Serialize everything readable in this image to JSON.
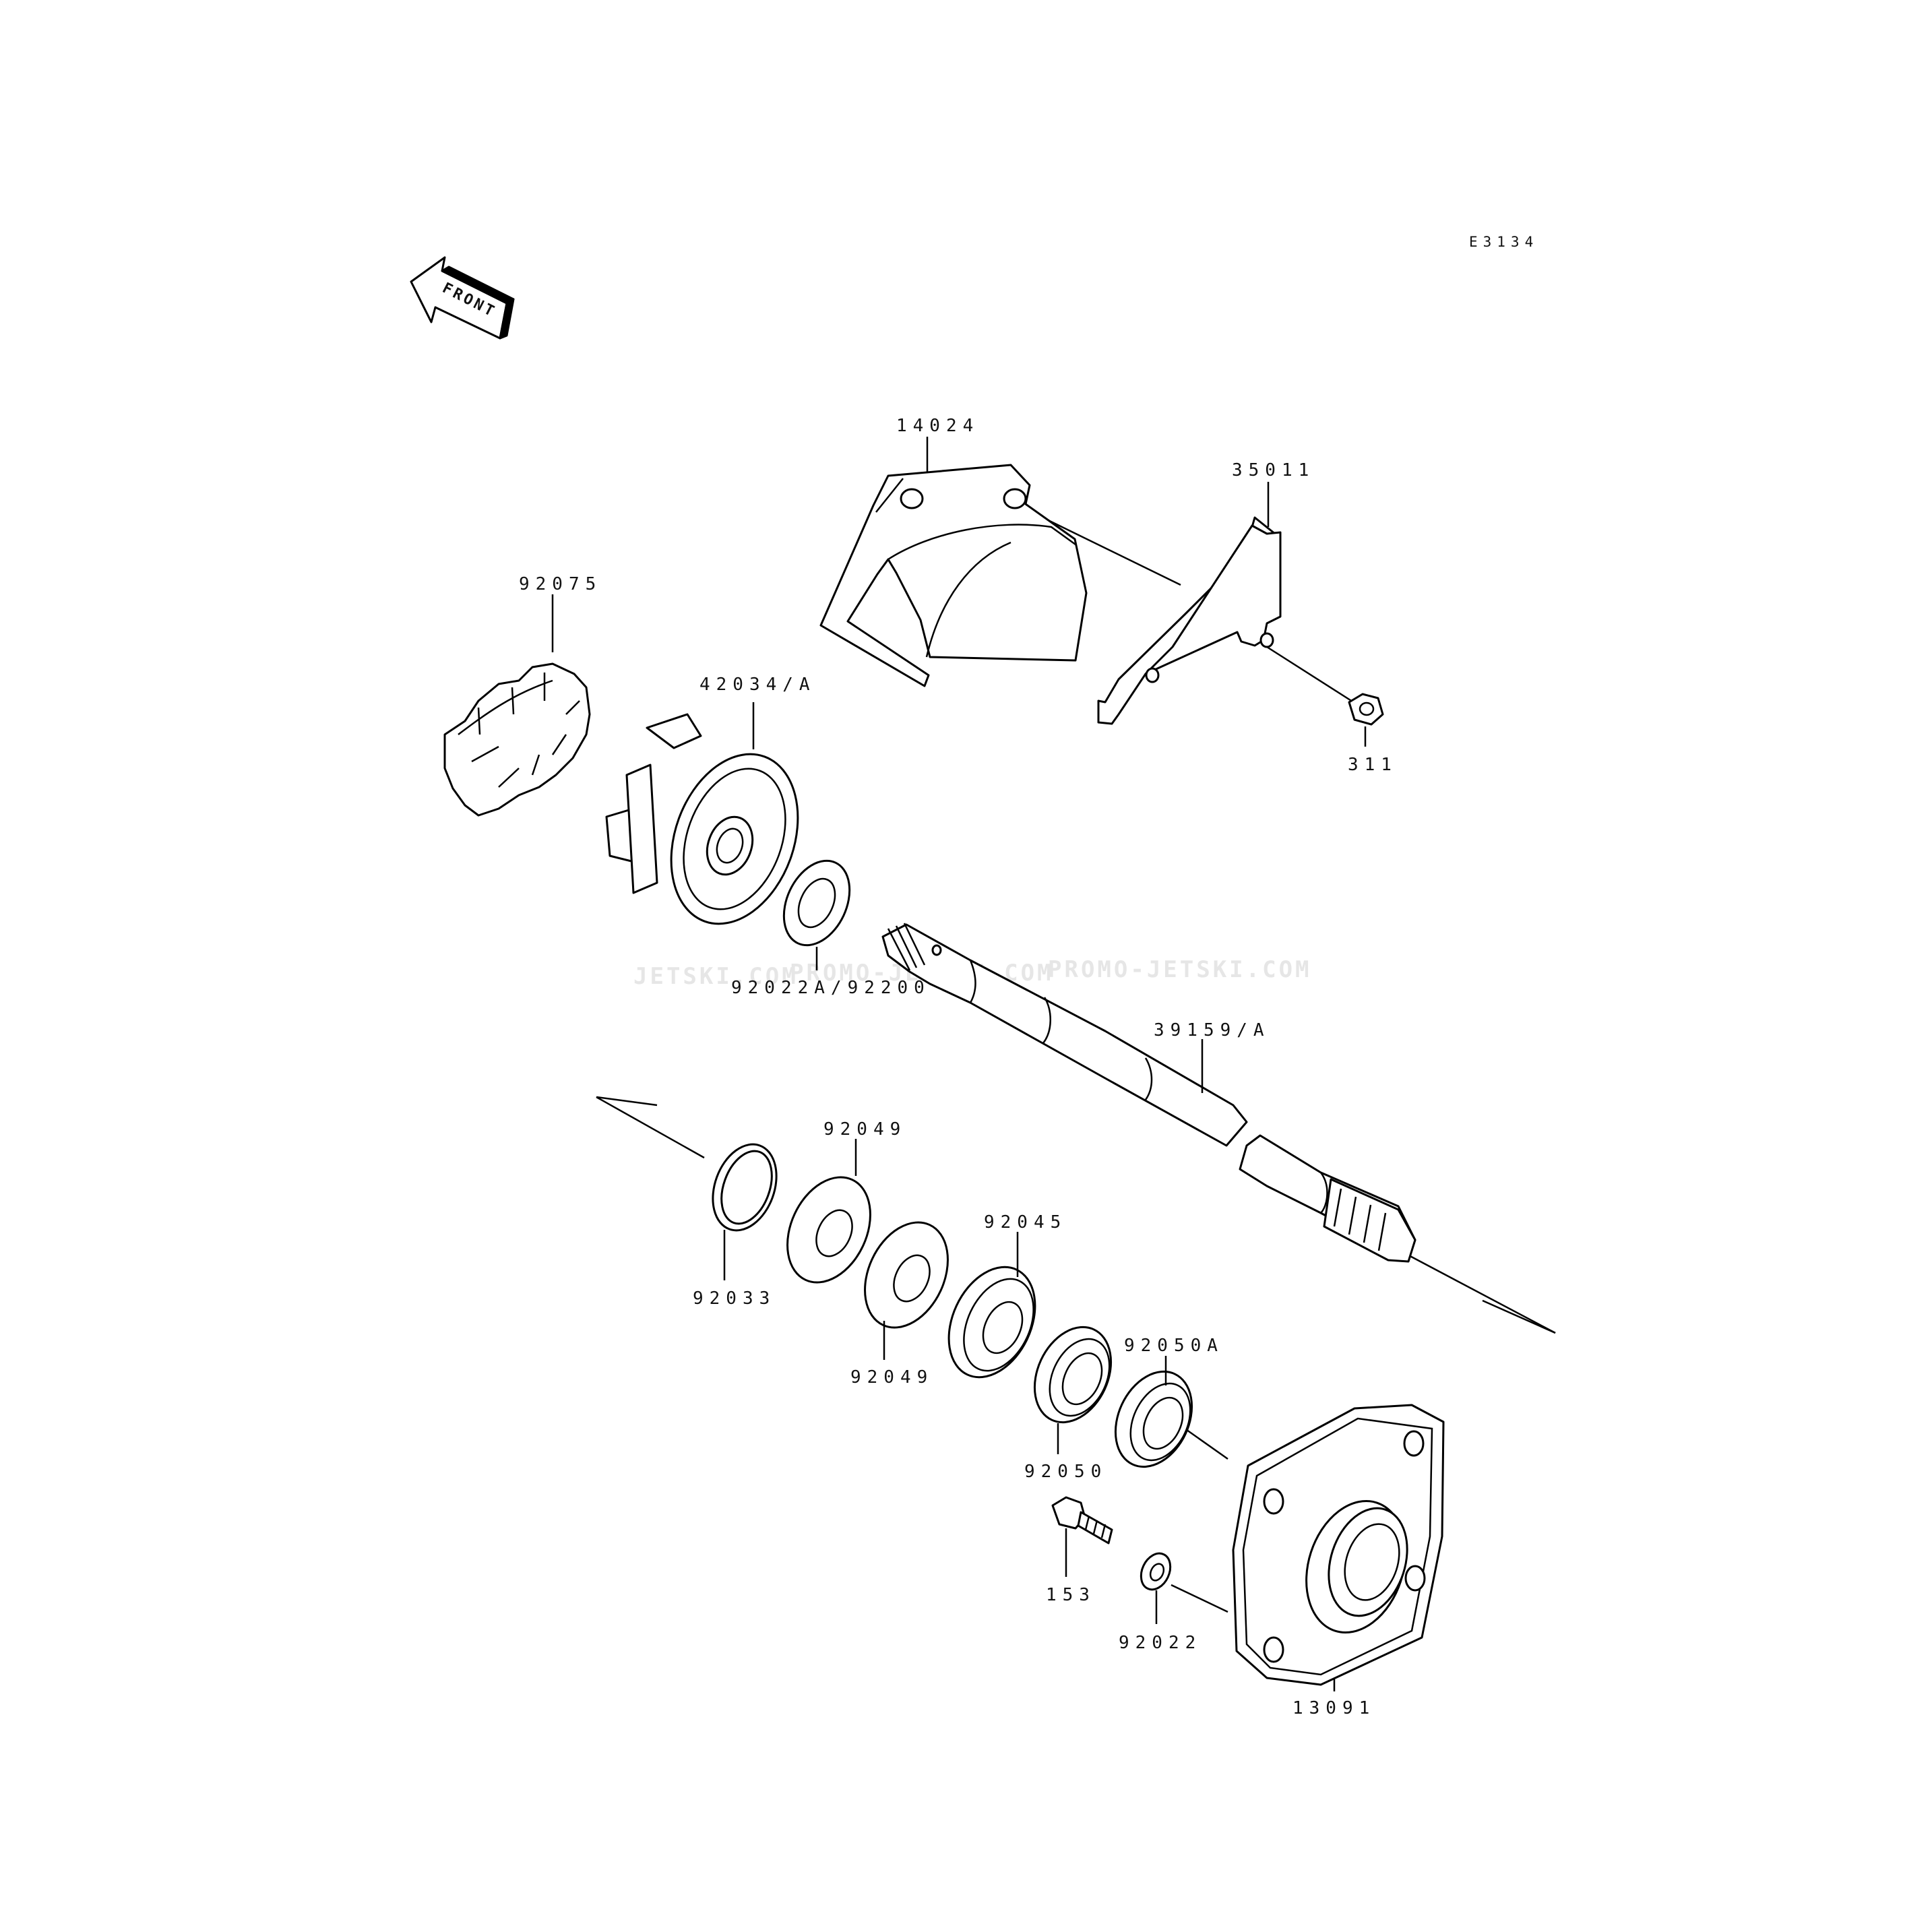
{
  "diagram_code": "E3134",
  "front_label": "FRONT",
  "watermarks": [
    "JETSKI.COM",
    "PROMO-JETSKI.COM",
    "PROMO-JETSKI.COM"
  ],
  "parts": [
    {
      "id": "p14024",
      "number": "14024"
    },
    {
      "id": "p35011",
      "number": "35011"
    },
    {
      "id": "p92075",
      "number": "92075"
    },
    {
      "id": "p42034",
      "number": "42034/A"
    },
    {
      "id": "p311",
      "number": "311"
    },
    {
      "id": "p92022a",
      "number": "92022A/92200"
    },
    {
      "id": "p39159",
      "number": "39159/A"
    },
    {
      "id": "p92049a",
      "number": "92049"
    },
    {
      "id": "p92045",
      "number": "92045"
    },
    {
      "id": "p92033",
      "number": "92033"
    },
    {
      "id": "p92050a",
      "number": "92050A"
    },
    {
      "id": "p92049b",
      "number": "92049"
    },
    {
      "id": "p92050",
      "number": "92050"
    },
    {
      "id": "p153",
      "number": "153"
    },
    {
      "id": "p92022",
      "number": "92022"
    },
    {
      "id": "p13091",
      "number": "13091"
    }
  ]
}
